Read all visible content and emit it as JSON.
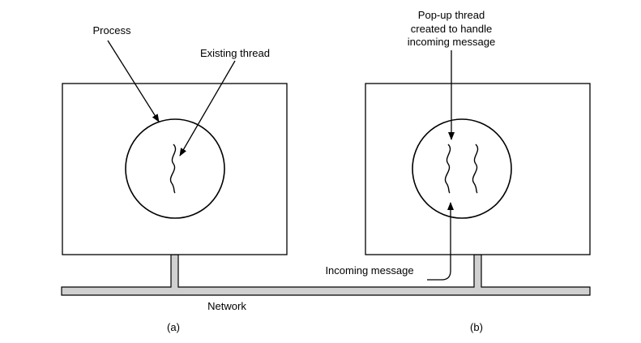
{
  "labels": {
    "process": "Process",
    "existing_thread": "Existing thread",
    "popup_line1": "Pop-up thread",
    "popup_line2": "created to handle",
    "popup_line3": "incoming message",
    "incoming_message": "Incoming message",
    "network": "Network",
    "caption_a": "(a)",
    "caption_b": "(b)"
  },
  "colors": {
    "stroke": "#000000",
    "network_fill": "#d0d0d0",
    "background": "#ffffff"
  }
}
